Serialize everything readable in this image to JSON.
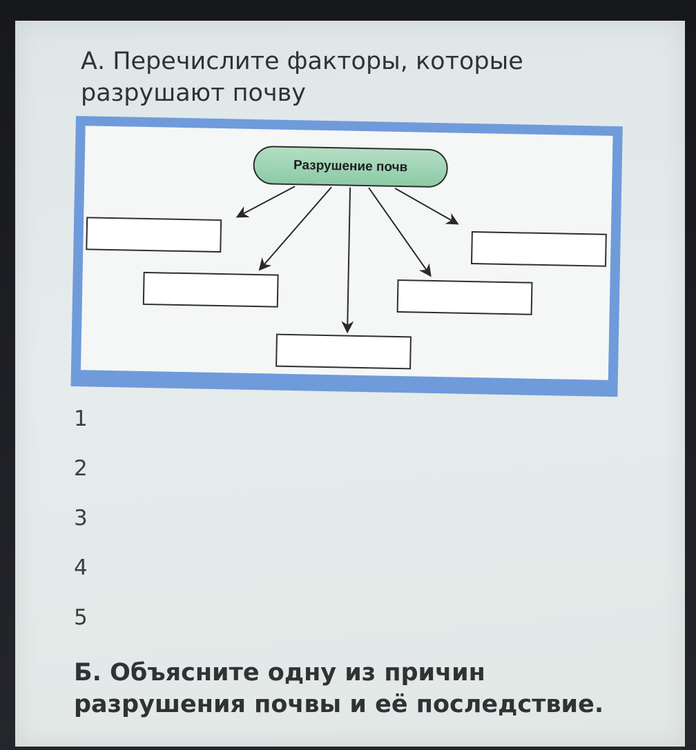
{
  "question_a": {
    "line1": "А. Перечислите факторы, которые",
    "line2": "разрушают почву"
  },
  "diagram": {
    "center_label": "Разрушение почв",
    "frame_color": "#6f9bdb",
    "center_fill": "#9fd6b5"
  },
  "answers": [
    {
      "number": "1"
    },
    {
      "number": "2"
    },
    {
      "number": "3"
    },
    {
      "number": "4"
    },
    {
      "number": "5"
    }
  ],
  "question_b": {
    "line1": "Б. Объясните одну из причин",
    "line2": "разрушения почвы и её последствие."
  }
}
